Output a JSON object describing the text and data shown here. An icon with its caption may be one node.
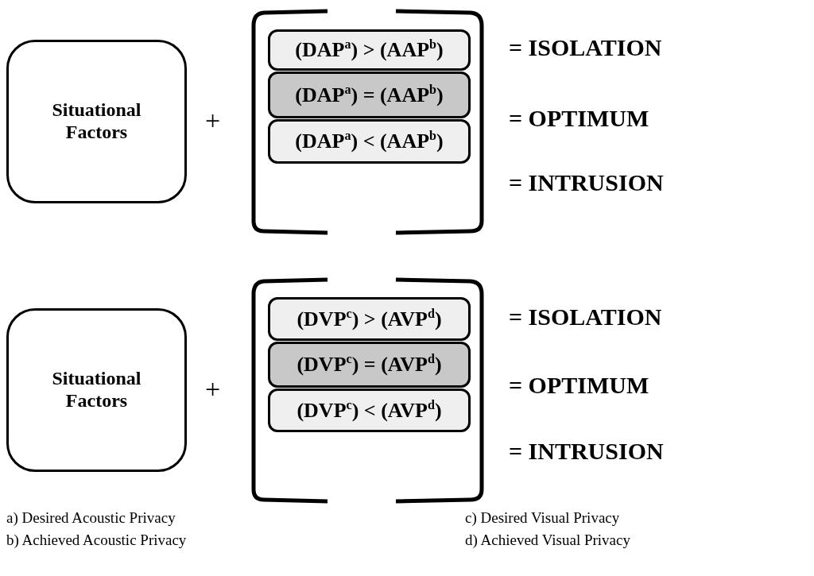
{
  "diagram": {
    "nodes": [
      {
        "text": [
          "Situational Factors"
        ]
      },
      {
        "text": [
          "(DAP$^{a}$) > (AAP$^{b}$)"
        ]
      },
      {
        "text": [
          "(DAP$^{a}$) = (AAP$^{b}$)"
        ]
      },
      {
        "text": [
          "(DAP$^{a}$) < (AAP$^{b}$)"
        ]
      },
      {
        "text": [
          "Situational Factors"
        ]
      },
      {
        "text": [
          "(DVP$^{c}$) > (AVP$^{d}$)"
        ]
      },
      {
        "text": [
          "(DVP$^{c}$) = (AVP$^{d}$)"
        ]
      },
      {
        "text": [
          "(DVP$^{c}$) < (AVP$^{d}$)"
        ]
      }
    ],
    "labels": [
      "+",
      "= ISOLATION",
      "= OPTIMUM",
      "= INTRUSION",
      "+",
      "= ISOLATION",
      "= OPTIMUM",
      "= INTRUSION",
      "a) Desired Acoustic Privacy",
      "c) Desired Visual Privacy",
      "b) Achieved Acoustic Privacy",
      "d) Achieved Visual Privacy"
    ]
  }
}
